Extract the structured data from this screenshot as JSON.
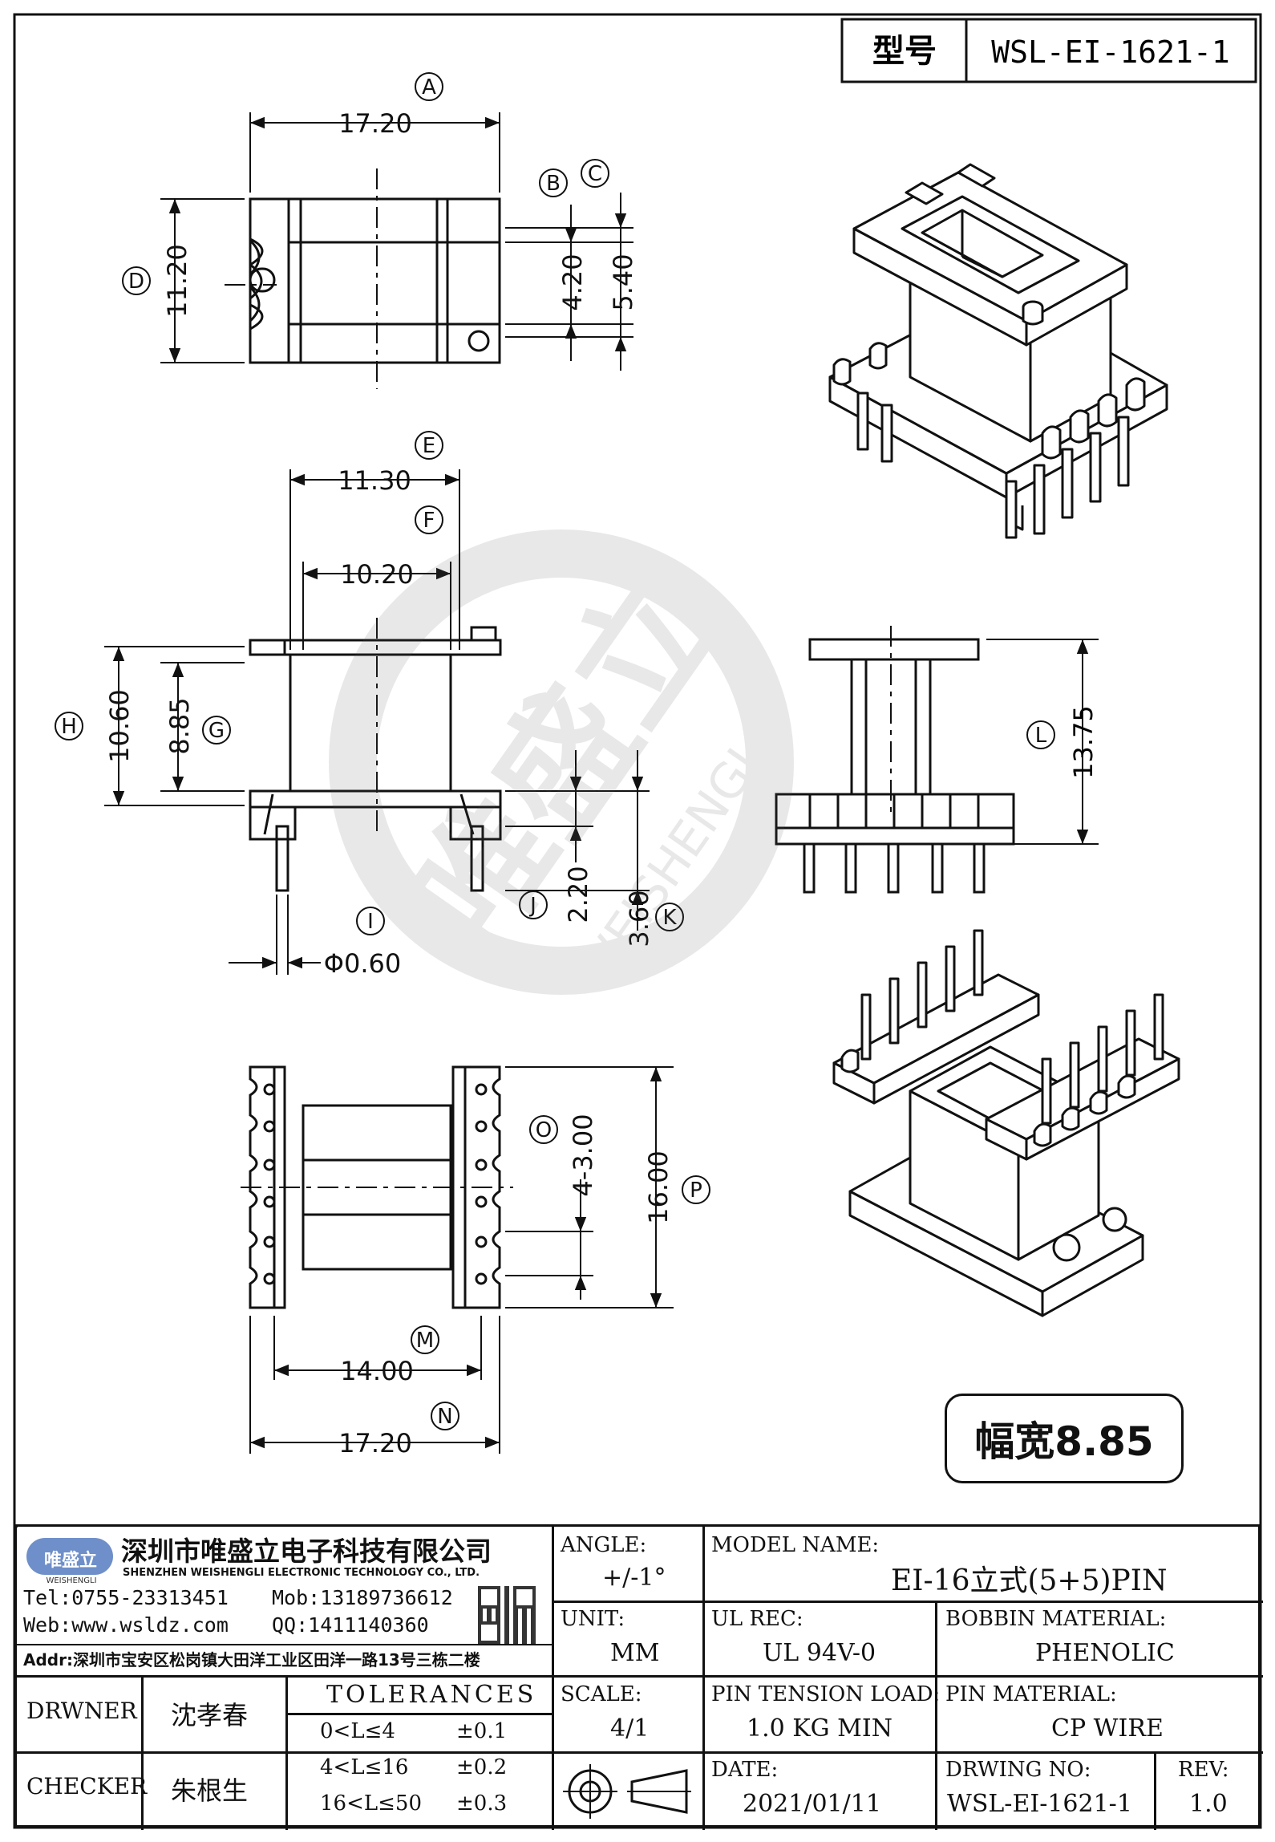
{
  "model_box": {
    "label": "型号",
    "value": "WSL-EI-1621-1"
  },
  "watermark": {
    "brand": "唯盛立",
    "sub": "WEISHENGLI"
  },
  "width_badge": "幅宽8.85",
  "top_view": {
    "dims": {
      "A": "17.20",
      "B": "4.20",
      "C": "5.40",
      "D": "11.20"
    },
    "markers": [
      "A",
      "B",
      "C",
      "D"
    ]
  },
  "front_view": {
    "dims": {
      "E": "11.30",
      "F": "10.20",
      "H": "10.60",
      "G": "8.85",
      "J": "2.20",
      "K": "3.60",
      "I": "Φ0.60"
    },
    "markers": [
      "E",
      "F",
      "H",
      "G",
      "J",
      "K",
      "I"
    ]
  },
  "side_view": {
    "dims": {
      "L": "13.75"
    },
    "markers": [
      "L"
    ]
  },
  "bottom_view": {
    "dims": {
      "O": "4-3.00",
      "P": "16.00",
      "M": "14.00",
      "N": "17.20"
    },
    "markers": [
      "O",
      "P",
      "M",
      "N"
    ]
  },
  "title_block": {
    "company_cn": "深圳市唯盛立电子科技有限公司",
    "company_en": "SHENZHEN WEISHENGLI ELECTRONIC TECHNOLOGY CO., LTD.",
    "logo_text": "唯盛立",
    "logo_sub": "WEISHENGLI",
    "tel": "Tel:0755-23313451",
    "mob": "Mob:13189736612",
    "web": "Web:www.wsldz.com",
    "qq": "QQ:1411140360",
    "addr": "Addr:深圳市宝安区松岗镇大田洋工业区田洋一路13号三栋二楼",
    "angle_label": "ANGLE:",
    "angle_value": "+/-1°",
    "model_name_label": "MODEL NAME:",
    "model_name_value": "EI-16立式(5+5)PIN",
    "unit_label": "UNIT:",
    "unit_value": "MM",
    "ul_label": "UL REC:",
    "ul_value": "UL 94V-0",
    "bobbin_label": "BOBBIN MATERIAL:",
    "bobbin_value": "PHENOLIC",
    "drawer_label": "DRWNER",
    "drawer_value": "沈孝春",
    "tolerances_label": "TOLERANCES",
    "scale_label": "SCALE:",
    "scale_value": "4/1",
    "pin_tension_label": "PIN TENSION LOAD:",
    "pin_tension_value": "1.0 KG MIN",
    "pin_material_label": "PIN MATERIAL:",
    "pin_material_value": "CP WIRE",
    "tolerance_rows": [
      {
        "range": "0<L≤4",
        "tol": "±0.1"
      },
      {
        "range": "4<L≤16",
        "tol": "±0.2"
      },
      {
        "range": "16<L≤50",
        "tol": "±0.3"
      }
    ],
    "checker_label": "CHECKER",
    "checker_value": "朱根生",
    "date_label": "DATE:",
    "date_value": "2021/01/11",
    "drawing_no_label": "DRWING NO:",
    "drawing_no_value": "WSL-EI-1621-1",
    "rev_label": "REV:",
    "rev_value": "1.0"
  }
}
